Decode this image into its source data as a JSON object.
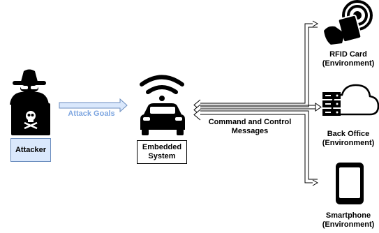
{
  "attacker": {
    "label": "Attacker"
  },
  "attack_goals": {
    "label": "Attack Goals"
  },
  "embedded_system": {
    "line1": "Embedded",
    "line2": "System"
  },
  "channel": {
    "line1": "Command and Control",
    "line2": "Messages"
  },
  "rfid": {
    "line1": "RFID Card",
    "line2": "(Environment)"
  },
  "back_office": {
    "line1": "Back Office",
    "line2": "(Environment)"
  },
  "smartphone": {
    "line1": "Smartphone",
    "line2": "(Environment)"
  },
  "colors": {
    "attacker_box": "#dae8fc",
    "attacker_border": "#6c8ebf",
    "attack_goals_text": "#7ea6e0",
    "ink": "#000000"
  },
  "icons": {
    "attacker": "hacker-laptop-icon",
    "vehicle": "car-wifi-icon",
    "rfid": "rfid-card-icon",
    "back_office": "server-cloud-icon",
    "smartphone": "smartphone-icon"
  }
}
